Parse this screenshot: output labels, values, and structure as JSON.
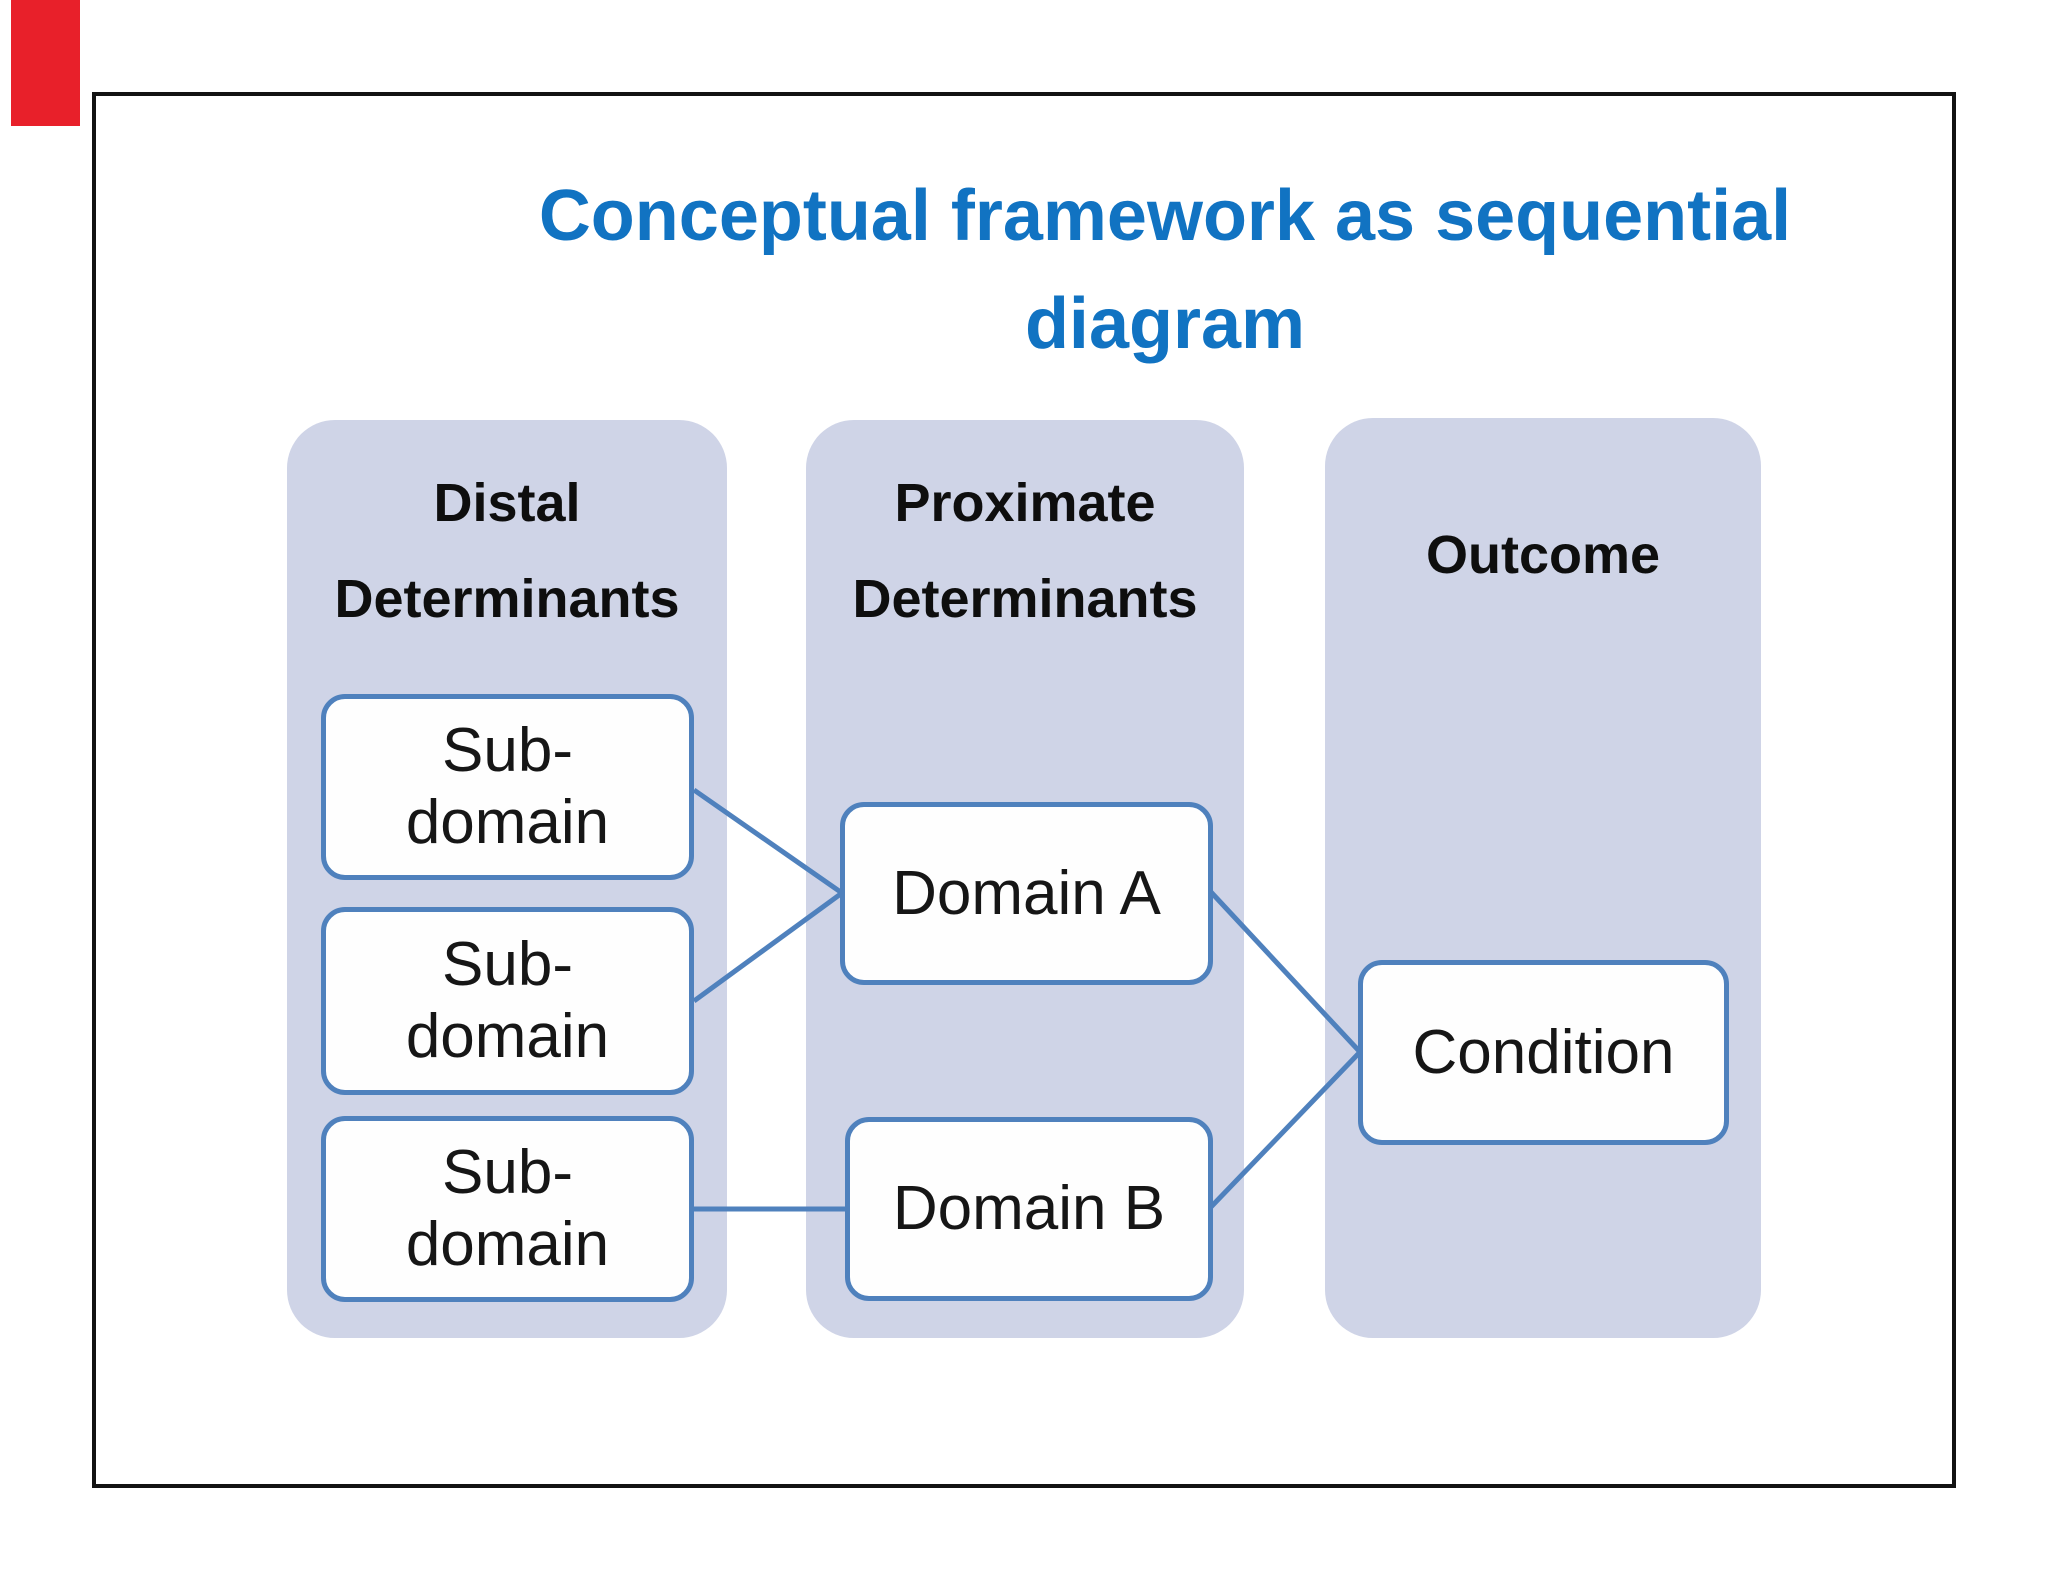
{
  "title": {
    "line1": "Conceptual framework as sequential",
    "line2": "diagram"
  },
  "columns": [
    {
      "id": "distal-determinants",
      "header": "Distal\nDeterminants",
      "nodes": [
        {
          "label": "Sub-\ndomain"
        },
        {
          "label": "Sub-\ndomain"
        },
        {
          "label": "Sub-\ndomain"
        }
      ]
    },
    {
      "id": "proximate-determinants",
      "header": "Proximate\nDeterminants",
      "nodes": [
        {
          "label": "Domain A"
        },
        {
          "label": "Domain B"
        }
      ]
    },
    {
      "id": "outcome",
      "header": "Outcome",
      "nodes": [
        {
          "label": "Condition"
        }
      ]
    }
  ],
  "connectors": [
    {
      "from": "sub-domain-1",
      "to": "domain-a"
    },
    {
      "from": "sub-domain-2",
      "to": "domain-a"
    },
    {
      "from": "sub-domain-3",
      "to": "domain-b"
    },
    {
      "from": "domain-a",
      "to": "condition"
    },
    {
      "from": "domain-b",
      "to": "condition"
    }
  ],
  "colors": {
    "title_blue": "#1173c2",
    "panel_fill": "#cfd4e7",
    "node_border_blue": "#4f81bd",
    "connector_blue": "#4f81bd",
    "frame_black": "#121212",
    "corner_marker_red": "#e8202a"
  }
}
